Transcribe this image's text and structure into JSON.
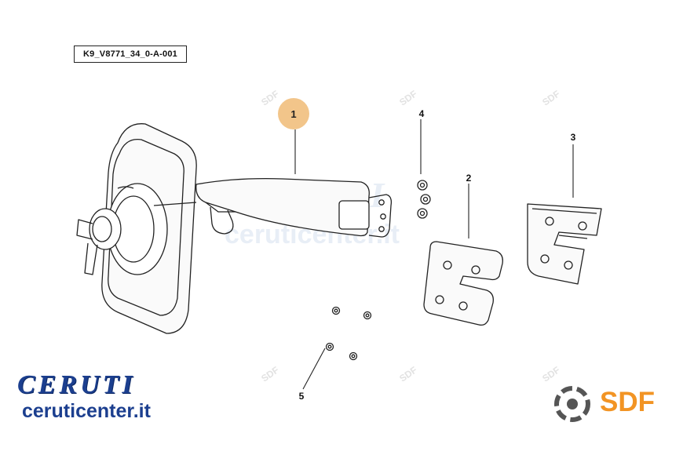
{
  "diagram": {
    "code": "K9_V8771_34_0-A-001",
    "callouts": [
      "1",
      "2",
      "3",
      "4",
      "5"
    ]
  },
  "brand": {
    "word": "CERUTI",
    "url": "ceruticenter.it",
    "sdf": "SDF"
  },
  "watermarks": {
    "word": "CERUTI",
    "url": "ceruticenter.it",
    "sdf": "SDF"
  },
  "colors": {
    "highlight": "#f2c58a",
    "brand_blue": "#1c3f8f",
    "sdf_orange": "#f29424",
    "line": "#222222"
  }
}
